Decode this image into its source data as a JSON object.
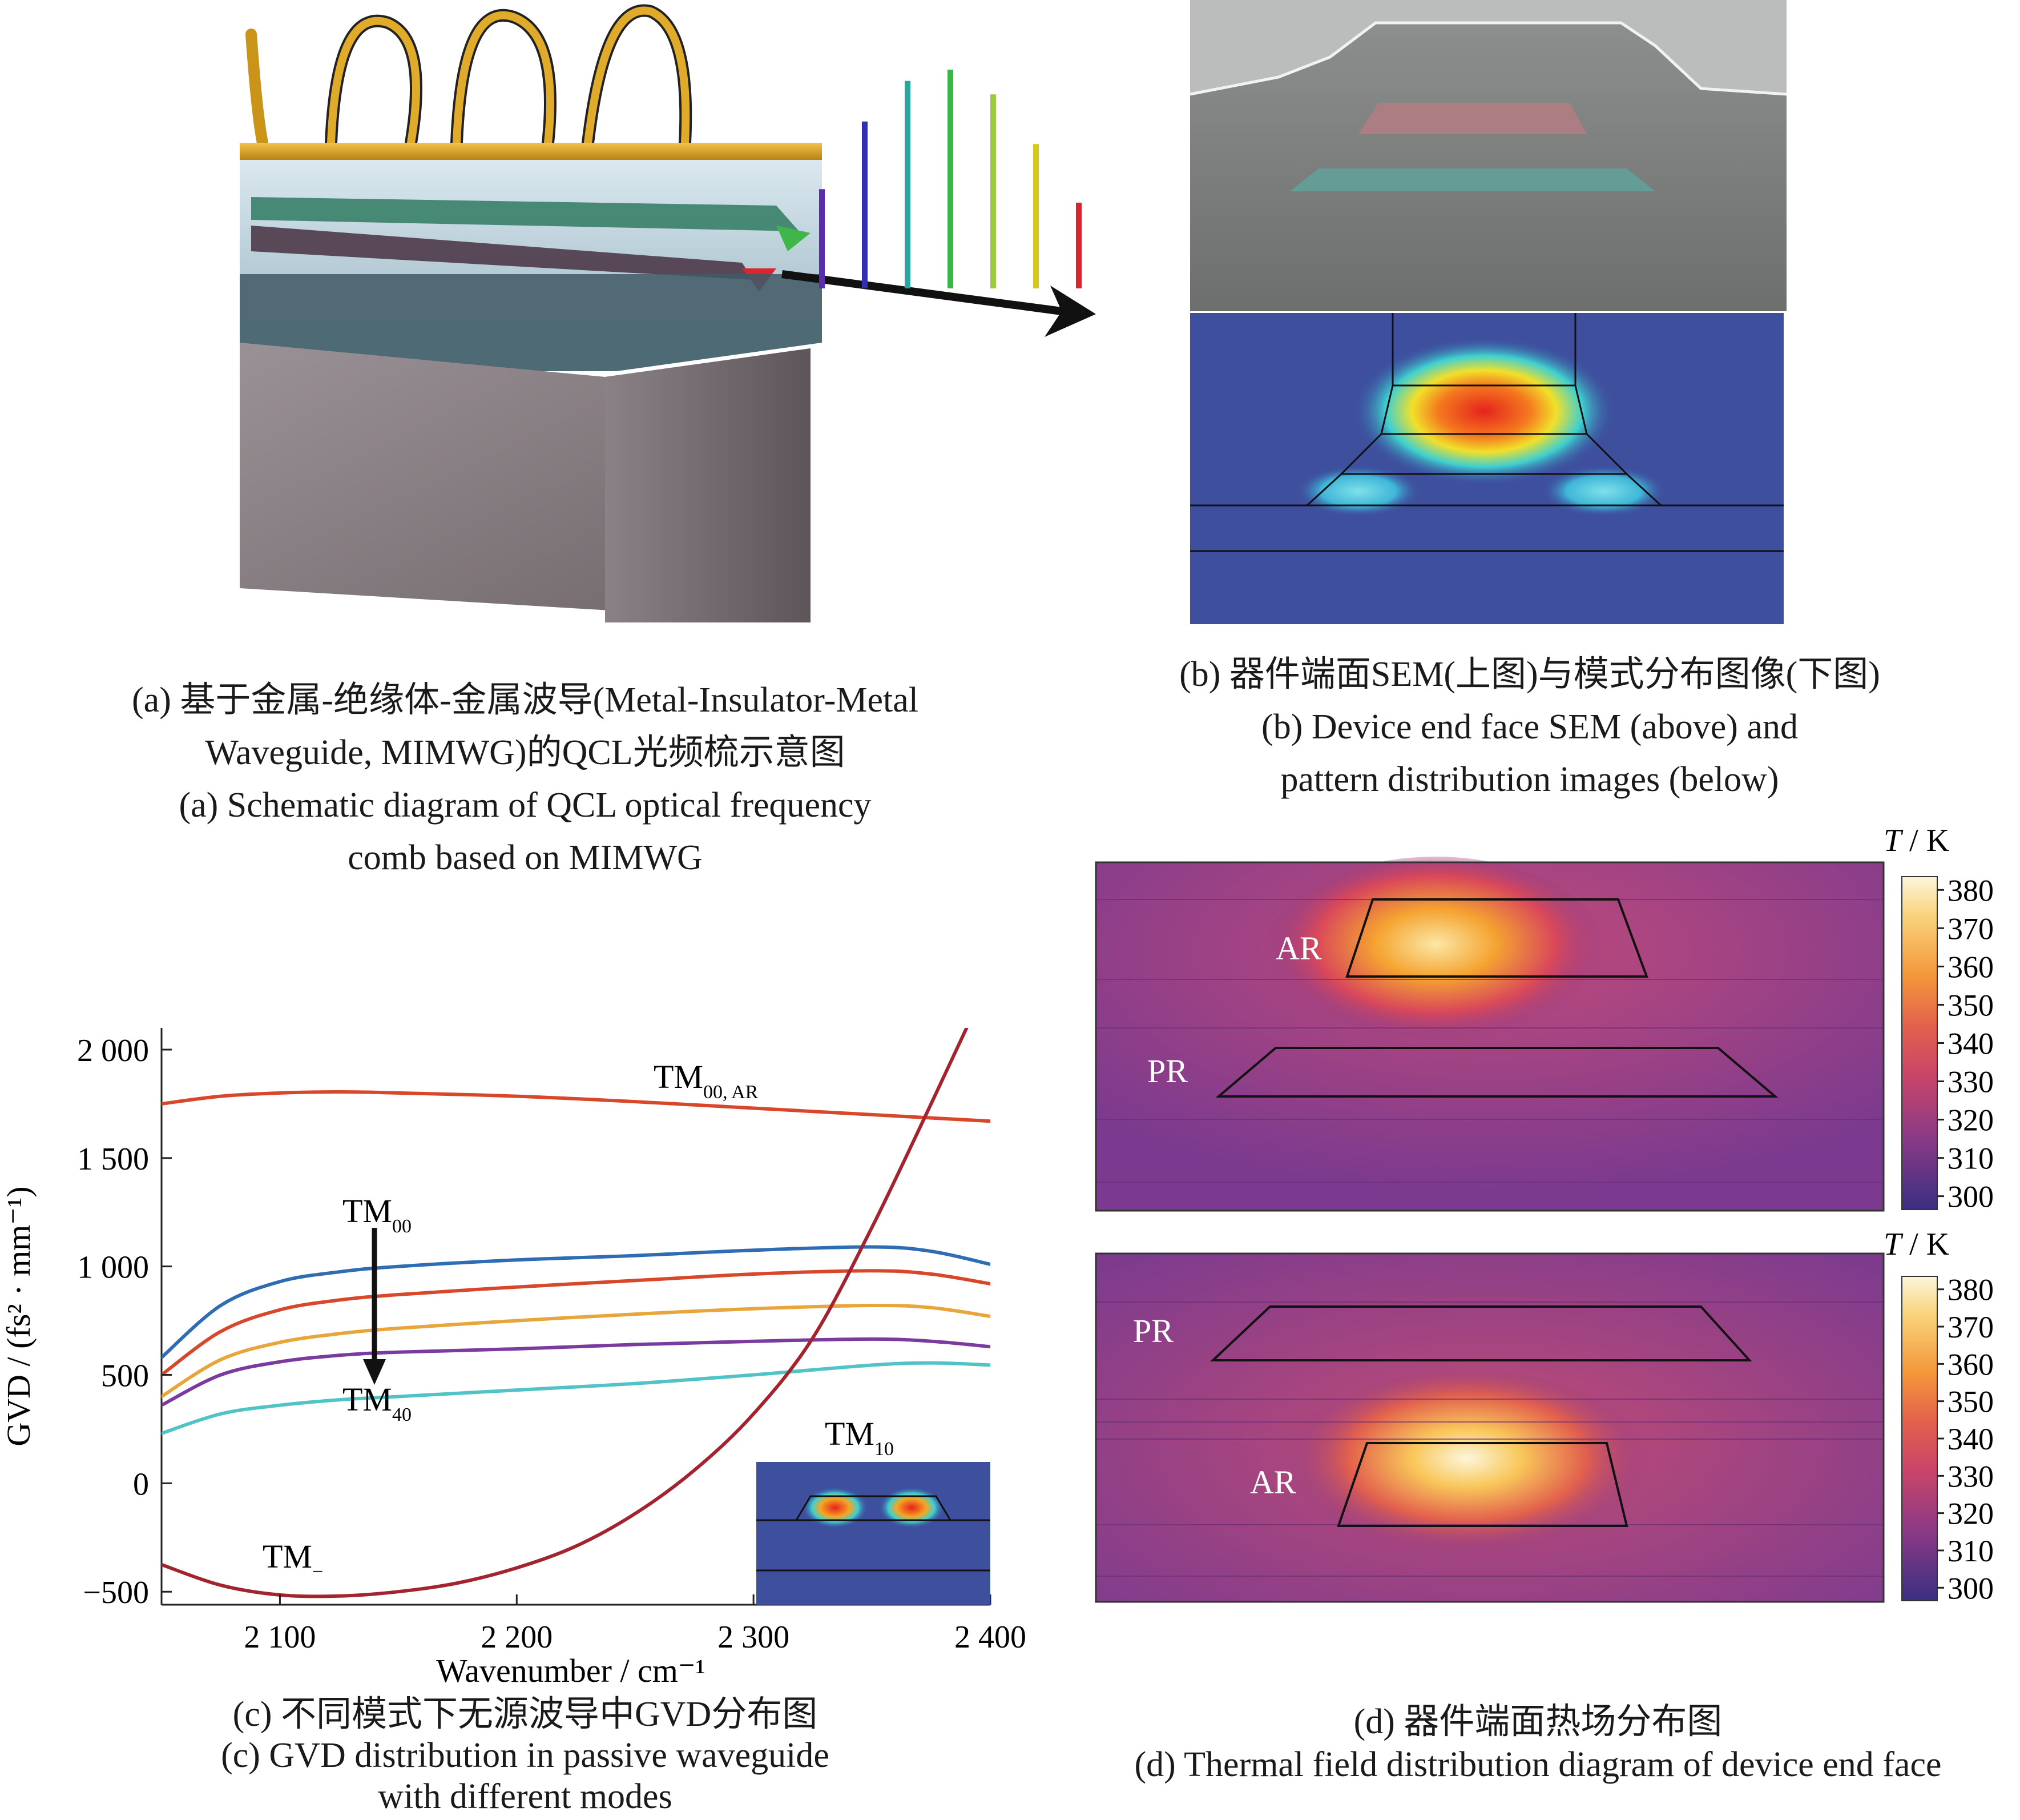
{
  "panel_a": {
    "caption_cn_1": "(a) 基于金属-绝缘体-金属波导(Metal-Insulator-Metal",
    "caption_cn_2": "Waveguide, MIMWG)的QCL光频梳示意图",
    "caption_en_1": "(a) Schematic diagram of QCL optical frequency",
    "caption_en_2": "comb based on MIMWG",
    "comb_line_colors": [
      "#5a2ea8",
      "#3131b0",
      "#2aa6a0",
      "#39b54a",
      "#9ccc3b",
      "#d6c91e",
      "#d9262e"
    ],
    "comb_line_levels": [
      0.44,
      0.74,
      0.92,
      0.97,
      0.86,
      0.64,
      0.38
    ]
  },
  "panel_b": {
    "caption_cn": "(b) 器件端面SEM(上图)与模式分布图像(下图)",
    "caption_en_1": "(b) Device end face SEM (above) and",
    "caption_en_2": "pattern distribution images (below)"
  },
  "panel_c": {
    "caption_cn": "(c) 不同模式下无源波导中GVD分布图",
    "caption_en_1": "(c) GVD distribution in passive waveguide",
    "caption_en_2": "with different modes",
    "label_tm00ar_main": "TM",
    "label_tm00ar_sub": "00, AR",
    "label_tm00_main": "TM",
    "label_tm00_sub": "00",
    "label_tm40_main": "TM",
    "label_tm40_sub": "40",
    "label_tmm_main": "TM",
    "label_tmm_sub": "−",
    "label_tm10_main": "TM",
    "label_tm10_sub": "10"
  },
  "panel_d": {
    "caption_cn": "(d) 器件端面热场分布图",
    "caption_en": "(d) Thermal field distribution diagram of device end face",
    "label_ar": "AR",
    "label_pr": "PR",
    "colorbar_title_italic": "T",
    "colorbar_title_rest": " / K",
    "colorbar_ticks": [
      "380",
      "370",
      "360",
      "350",
      "340",
      "330",
      "320",
      "310",
      "300"
    ]
  },
  "chart_data": {
    "type": "line",
    "xlabel": "Wavenumber / cm⁻¹",
    "ylabel": "GVD / (fs² · mm⁻¹)",
    "xlim": [
      2050,
      2400
    ],
    "ylim": [
      -560,
      2100
    ],
    "xticks": [
      2100,
      2200,
      2300,
      2400
    ],
    "xtick_labels": [
      "2 100",
      "2 200",
      "2 300",
      "2 400"
    ],
    "yticks": [
      -500,
      0,
      500,
      1000,
      1500,
      2000
    ],
    "ytick_labels": [
      "−500",
      "0",
      "500",
      "1 000",
      "1 500",
      "2 000"
    ],
    "grid": false,
    "series": [
      {
        "name": "TM00, AR",
        "color": "#d9472b",
        "x": [
          2050,
          2075,
          2100,
          2125,
          2150,
          2200,
          2250,
          2300,
          2350,
          2400
        ],
        "y": [
          1750,
          1785,
          1800,
          1805,
          1800,
          1785,
          1760,
          1730,
          1700,
          1670
        ]
      },
      {
        "name": "TM00",
        "color": "#2e6db4",
        "x": [
          2050,
          2075,
          2100,
          2125,
          2150,
          2200,
          2250,
          2300,
          2350,
          2375,
          2400
        ],
        "y": [
          580,
          820,
          930,
          975,
          1000,
          1030,
          1050,
          1075,
          1090,
          1070,
          1010
        ]
      },
      {
        "name": "",
        "color": "#d9472b",
        "x": [
          2050,
          2075,
          2100,
          2125,
          2150,
          2200,
          2250,
          2300,
          2350,
          2375,
          2400
        ],
        "y": [
          500,
          700,
          800,
          845,
          870,
          905,
          935,
          965,
          980,
          965,
          920
        ]
      },
      {
        "name": "",
        "color": "#e8a53a",
        "x": [
          2050,
          2075,
          2100,
          2125,
          2150,
          2200,
          2250,
          2300,
          2350,
          2375,
          2400
        ],
        "y": [
          400,
          570,
          650,
          690,
          715,
          750,
          780,
          805,
          820,
          810,
          770
        ]
      },
      {
        "name": "",
        "color": "#7a3a9e",
        "x": [
          2050,
          2075,
          2100,
          2125,
          2150,
          2200,
          2250,
          2300,
          2350,
          2375,
          2400
        ],
        "y": [
          360,
          500,
          560,
          590,
          605,
          620,
          640,
          655,
          665,
          655,
          630
        ]
      },
      {
        "name": "TM40",
        "color": "#4fc3c6",
        "x": [
          2050,
          2075,
          2100,
          2125,
          2150,
          2200,
          2250,
          2300,
          2350,
          2375,
          2400
        ],
        "y": [
          230,
          320,
          360,
          385,
          400,
          430,
          460,
          500,
          545,
          555,
          545
        ]
      },
      {
        "name": "TM−",
        "color": "#a3232e",
        "x": [
          2050,
          2075,
          2100,
          2125,
          2150,
          2175,
          2200,
          2225,
          2250,
          2275,
          2300,
          2325,
          2350,
          2375,
          2390
        ],
        "y": [
          -375,
          -470,
          -515,
          -520,
          -500,
          -460,
          -390,
          -290,
          -140,
          60,
          320,
          670,
          1180,
          1750,
          2100
        ]
      }
    ]
  }
}
